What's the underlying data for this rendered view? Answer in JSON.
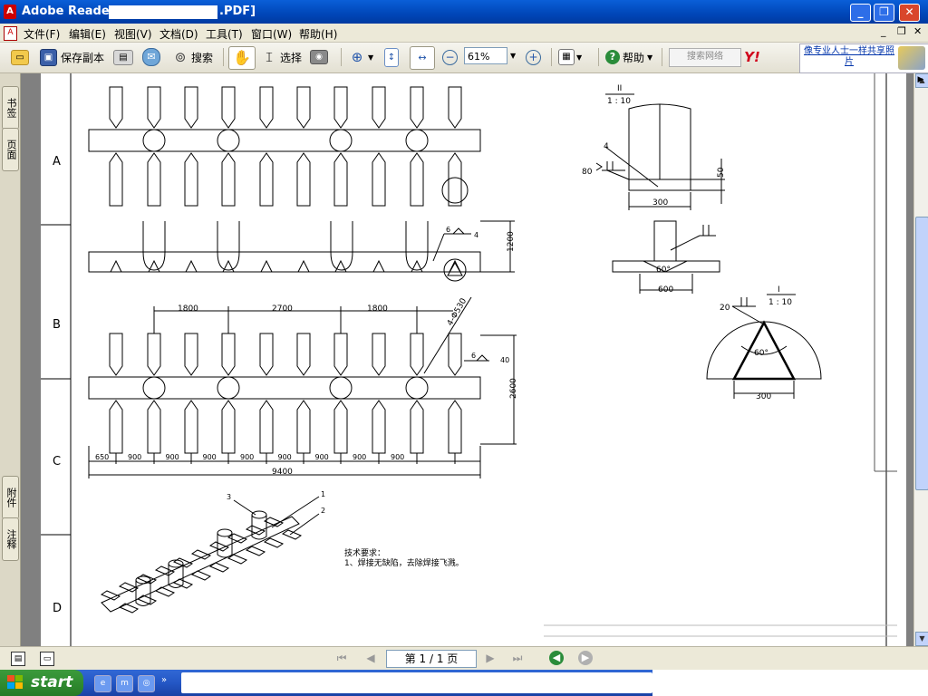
{
  "window": {
    "title": "Adobe Reader - [",
    "title_suffix": ".PDF]",
    "controls": {
      "minimize": "_",
      "maximize": "❐",
      "close": "✕"
    }
  },
  "menu": [
    {
      "label": "文件(F)"
    },
    {
      "label": "编辑(E)"
    },
    {
      "label": "视图(V)"
    },
    {
      "label": "文档(D)"
    },
    {
      "label": "工具(T)"
    },
    {
      "label": "窗口(W)"
    },
    {
      "label": "帮助(H)"
    }
  ],
  "toolbar": {
    "save_copy_label": "保存副本",
    "search_label": "搜索",
    "select_label": "选择",
    "zoom_value": "61%",
    "help_label": "帮助",
    "search_web_placeholder": "搜索网络",
    "ad_text": "像专业人士一样共享照片"
  },
  "left_tabs": {
    "bookmarks": "书签",
    "pages": "页面",
    "attachments": "附件",
    "comments": "注释"
  },
  "drawing": {
    "row_labels": [
      "A",
      "B",
      "C",
      "D"
    ],
    "view2_dim_vertical": "1200",
    "weld_b_size": "6",
    "weld_b_length": "4",
    "dims_top": [
      "1800",
      "2700",
      "1800"
    ],
    "hole_spec": "4-Φ530",
    "weld_c_size": "6",
    "weld_c_length": "40",
    "dim_c_vertical": "2600",
    "dims_bottom": [
      "650",
      "900",
      "900",
      "900",
      "900",
      "900",
      "900",
      "900",
      "900"
    ],
    "dim_total": "9400",
    "section_II_label": "II",
    "section_II_scale": "1 : 10",
    "section_II_weld": "80",
    "section_II_part": "4",
    "section_II_height": "50",
    "section_II_width": "300",
    "tee_angle": "60°",
    "tee_width": "600",
    "section_I_label": "I",
    "section_I_scale": "1 : 10",
    "section_I_weld": "20",
    "section_I_angle": "60°",
    "section_I_width": "300",
    "iso_labels": [
      "1",
      "2",
      "3"
    ],
    "tech_title": "技术要求：",
    "tech_line1": "1、焊接无缺陷，去除焊接飞溅。"
  },
  "pagination": {
    "page_text": "第 1 / 1 页"
  },
  "taskbar": {
    "start_label": "start"
  },
  "colors": {
    "titlebar": "#0a5fd8",
    "start_green": "#2f8a2f",
    "taskbar_blue": "#2457c5"
  }
}
